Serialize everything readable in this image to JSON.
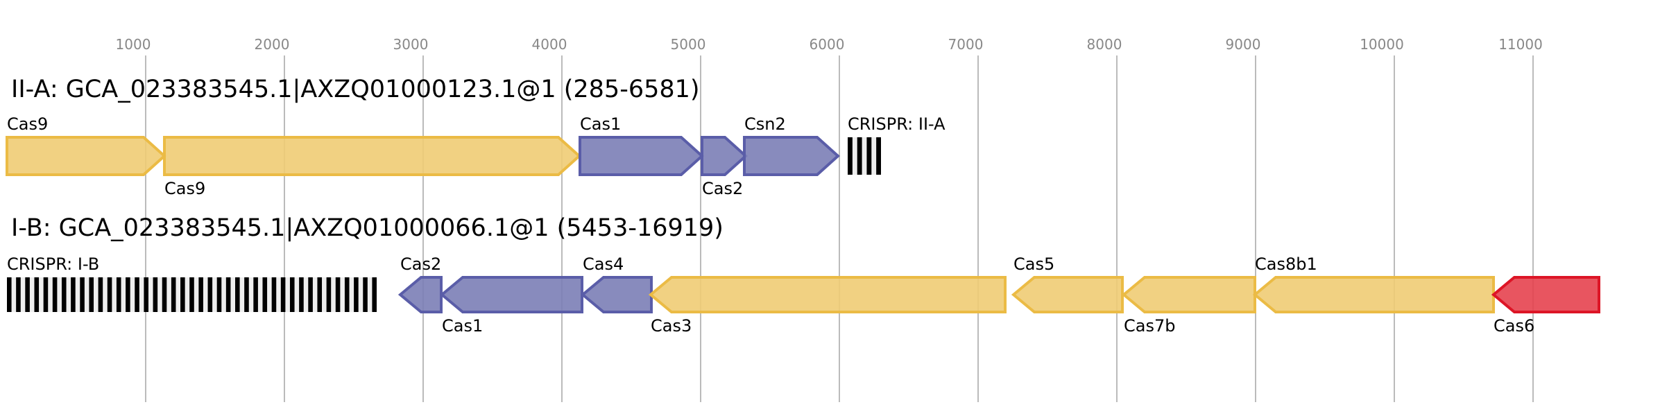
{
  "chart_data": {
    "type": "gene-map",
    "title": "",
    "xlabel": "",
    "ylabel": "",
    "x_axis": {
      "unit": "bp",
      "range": [
        0,
        11900
      ],
      "ticks": [
        1000,
        2000,
        3000,
        4000,
        5000,
        6000,
        7000,
        8000,
        9000,
        10000,
        11000
      ],
      "tick_labels": [
        "1000",
        "2000",
        "3000",
        "4000",
        "5000",
        "6000",
        "7000",
        "8000",
        "9000",
        "10000",
        "11000"
      ],
      "grid": true
    },
    "colors": {
      "yellow": {
        "fill": "#f0cc74",
        "stroke": "#ebbb45"
      },
      "purple": {
        "fill": "#7b7eb6",
        "stroke": "#5a5da8"
      },
      "red": {
        "fill": "#e5434f",
        "stroke": "#dd1526"
      },
      "crispr_repeat": "#000000",
      "crispr_spacer": "#eeeeee"
    },
    "rows": [
      {
        "title": "II-A: GCA_023383545.1|AXZQ01000123.1@1 (285-6581)",
        "features": [
          {
            "kind": "gene",
            "label": "Cas9",
            "start": 0,
            "end": 1135,
            "strand": "+",
            "color": "yellow",
            "label_pos": "above"
          },
          {
            "kind": "gene",
            "label": "Cas9",
            "start": 1135,
            "end": 4125,
            "strand": "+",
            "color": "yellow",
            "label_pos": "below"
          },
          {
            "kind": "gene",
            "label": "Cas1",
            "start": 4130,
            "end": 5010,
            "strand": "+",
            "color": "purple",
            "label_pos": "above"
          },
          {
            "kind": "gene",
            "label": "Cas2",
            "start": 5010,
            "end": 5325,
            "strand": "+",
            "color": "purple",
            "label_pos": "below"
          },
          {
            "kind": "gene",
            "label": "Csn2",
            "start": 5315,
            "end": 5990,
            "strand": "+",
            "color": "purple",
            "label_pos": "above"
          },
          {
            "kind": "crispr",
            "label": "CRISPR: II-A",
            "start": 6060,
            "end": 6300,
            "repeats": 4,
            "label_pos": "above"
          }
        ]
      },
      {
        "title": "I-B: GCA_023383545.1|AXZQ01000066.1@1 (5453-16919)",
        "features": [
          {
            "kind": "crispr",
            "label": "CRISPR: I-B",
            "start": 0,
            "end": 2665,
            "repeats": 41,
            "label_pos": "above"
          },
          {
            "kind": "gene",
            "label": "Cas2",
            "start": 2835,
            "end": 3130,
            "strand": "-",
            "color": "purple",
            "label_pos": "above"
          },
          {
            "kind": "gene",
            "label": "Cas1",
            "start": 3135,
            "end": 4145,
            "strand": "-",
            "color": "purple",
            "label_pos": "below"
          },
          {
            "kind": "gene",
            "label": "Cas4",
            "start": 4150,
            "end": 4645,
            "strand": "-",
            "color": "purple",
            "label_pos": "above"
          },
          {
            "kind": "gene",
            "label": "Cas3",
            "start": 4640,
            "end": 7195,
            "strand": "-",
            "color": "yellow",
            "label_pos": "below"
          },
          {
            "kind": "gene",
            "label": "Cas5",
            "start": 7255,
            "end": 8040,
            "strand": "-",
            "color": "yellow",
            "label_pos": "above"
          },
          {
            "kind": "gene",
            "label": "Cas7b",
            "start": 8050,
            "end": 8995,
            "strand": "-",
            "color": "yellow",
            "label_pos": "below"
          },
          {
            "kind": "gene",
            "label": "Cas8b1",
            "start": 8995,
            "end": 10715,
            "strand": "-",
            "color": "yellow",
            "label_pos": "above"
          },
          {
            "kind": "gene",
            "label": "Cas6",
            "start": 10715,
            "end": 11475,
            "strand": "-",
            "color": "red",
            "label_pos": "below"
          }
        ]
      }
    ]
  }
}
